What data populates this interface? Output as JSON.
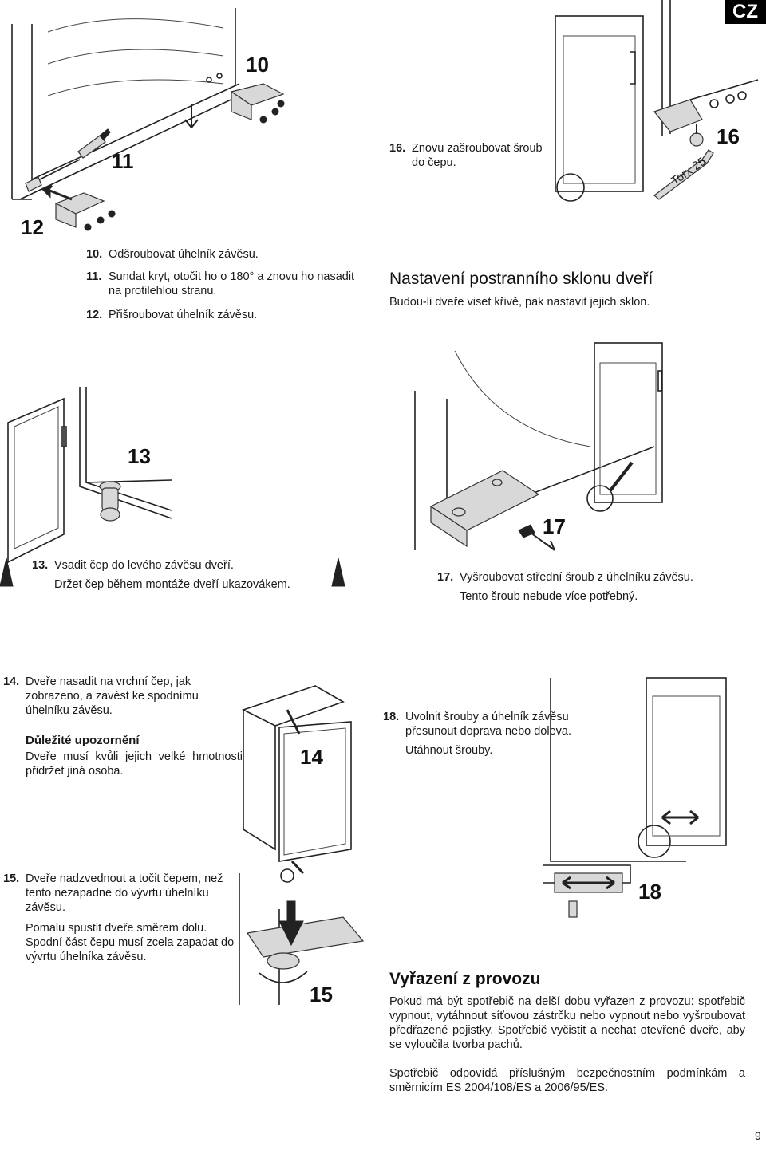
{
  "page": {
    "language_tab": "CZ",
    "page_number": "9"
  },
  "figures": {
    "f10": "10",
    "f11": "11",
    "f12": "12",
    "f13": "13",
    "f14": "14",
    "f15": "15",
    "f16": "16",
    "f17": "17",
    "f18": "18",
    "torx": "Torx 25"
  },
  "steps": {
    "s10": {
      "num": "10.",
      "text": "Odšroubovat úhelník závěsu."
    },
    "s11": {
      "num": "11.",
      "text": "Sundat kryt, otočit ho o 180° a znovu ho nasadit na protilehlou stranu."
    },
    "s12": {
      "num": "12.",
      "text": "Přišroubovat úhelník závěsu."
    },
    "s16": {
      "num": "16.",
      "text": "Znovu zašroubovat šroub do čepu."
    },
    "s13": {
      "num": "13.",
      "text": "Vsadit čep do levého závěsu dveří.",
      "text2": "Držet čep během montáže dveří ukazovákem."
    },
    "s17": {
      "num": "17.",
      "text": "Vyšroubovat střední šroub z úhelníku závěsu.",
      "text2": "Tento šroub nebude více potřebný."
    },
    "s14": {
      "num": "14.",
      "text": "Dveře nasadit na vrchní čep, jak zobrazeno, a zavést ke spodnímu úhelníku závěsu."
    },
    "s18": {
      "num": "18.",
      "text": "Uvolnit šrouby a úhelník závěsu přesunout doprava nebo doleva.",
      "text2": "Utáhnout šrouby."
    },
    "s15": {
      "num": "15.",
      "text": "Dveře nadzvednout a točit čepem, než tento nezapadne do vývrtu úhelníku závěsu.",
      "text2": "Pomalu spustit dveře směrem dolu. Spodní část čepu musí zcela zapadat do vývrtu úhelníka závěsu."
    }
  },
  "door_tilt": {
    "title": "Nastavení postranního sklonu dveří",
    "subtitle": "Budou-li dveře viset křivě, pak nastavit jejich sklon."
  },
  "warning": {
    "title": "Důležité upozornění",
    "text": "Dveře musí kvůli jejich velké hmotnosti přidržet jiná osoba."
  },
  "decommission": {
    "title": "Vyřazení z provozu",
    "p1": "Pokud má být spotřebič na delší dobu vyřazen z provozu: spotřebič vypnout, vytáhnout síťovou zástrčku nebo vypnout nebo vyšroubovat předřazené pojistky. Spotřebič vyčistit a nechat otevřené dveře, aby se vyloučila tvorba pachů.",
    "p2": "Spotřebič odpovídá příslušným bezpečnostním podmínkám a směrnicím ES 2004/108/ES a 2006/95/ES."
  }
}
